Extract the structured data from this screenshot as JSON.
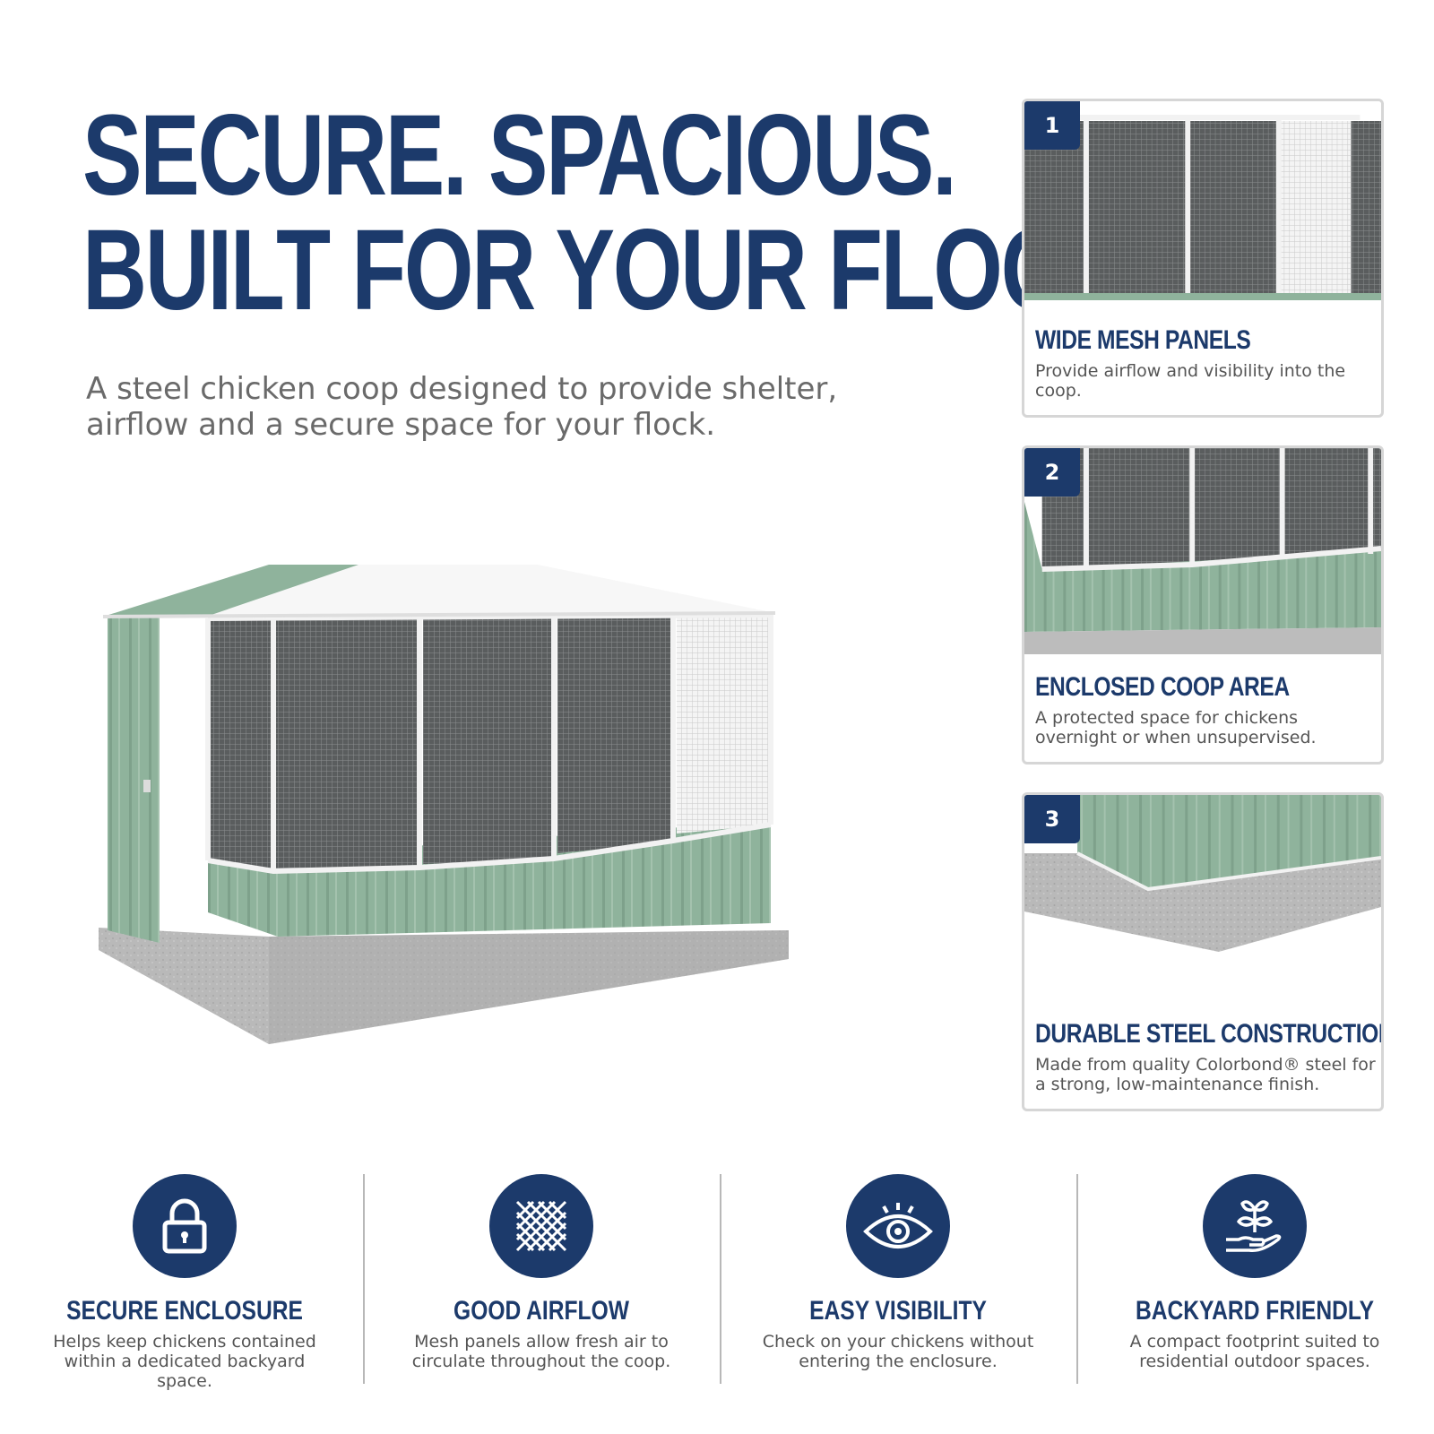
{
  "headline": {
    "line1": "SECURE. SPACIOUS.",
    "line2": "BUILT FOR YOUR FLOCK."
  },
  "subtitle": {
    "line1": "A steel chicken coop designed to provide shelter,",
    "line2": "airflow and a secure space for your flock."
  },
  "colors": {
    "brand_navy": "#1c3a6b",
    "coop_green": "#8fb39c",
    "concrete": "#b7b7b7",
    "text_gray": "#555555"
  },
  "cards": [
    {
      "number": "1",
      "title": "WIDE MESH PANELS",
      "desc": "Provide airflow and visibility into the coop."
    },
    {
      "number": "2",
      "title": "ENCLOSED COOP AREA",
      "desc": "A protected space for chickens overnight or when unsupervised."
    },
    {
      "number": "3",
      "title": "DURABLE STEEL CONSTRUCTION",
      "desc": "Made from quality Colorbond® steel for a strong, low-maintenance finish."
    }
  ],
  "features": [
    {
      "icon": "padlock-icon",
      "title": "SECURE ENCLOSURE",
      "desc": "Helps keep chickens contained within a dedicated backyard space."
    },
    {
      "icon": "mesh-icon",
      "title": "GOOD AIRFLOW",
      "desc": "Mesh panels allow fresh air to circulate throughout the coop."
    },
    {
      "icon": "eye-icon",
      "title": "EASY VISIBILITY",
      "desc": "Check on your chickens without entering the enclosure."
    },
    {
      "icon": "plant-in-hand-icon",
      "title": "BACKYARD FRIENDLY",
      "desc": "A compact footprint suited to residential outdoor spaces."
    }
  ]
}
